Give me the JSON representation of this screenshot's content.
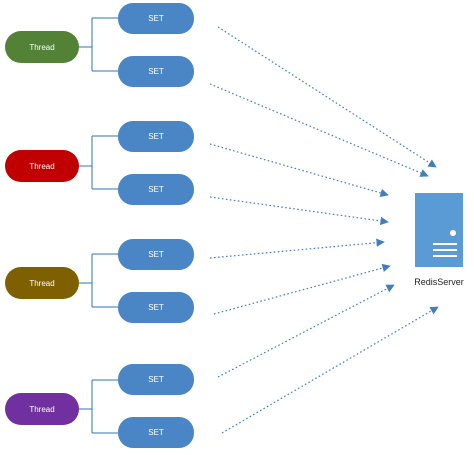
{
  "threads": [
    {
      "label": "Thread",
      "color": "#538135",
      "set_labels": [
        "SET",
        "SET"
      ]
    },
    {
      "label": "Thread",
      "color": "#c00000",
      "set_labels": [
        "SET",
        "SET"
      ]
    },
    {
      "label": "Thread",
      "color": "#7f6000",
      "set_labels": [
        "SET",
        "SET"
      ]
    },
    {
      "label": "Thread",
      "color": "#7030a0",
      "set_labels": [
        "SET",
        "SET"
      ]
    }
  ],
  "set_color": "#4a86c5",
  "server": {
    "label": "RedisServer",
    "color": "#5b9bd5",
    "icon": "server-icon"
  },
  "arrow_color": "#3f7fc0"
}
